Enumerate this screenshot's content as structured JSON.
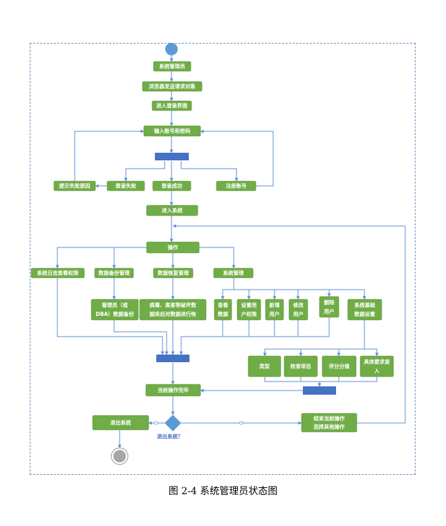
{
  "nodes": {
    "admin": "系统管理员",
    "browse": "浏览器发送请求对象",
    "login_ui": "进入登录界面",
    "input": "输入账号和密码",
    "show_fail": "提示失败原因",
    "login_fail": "登录失败",
    "login_ok": "登录成功",
    "register": "注册账号",
    "enter_sys": "进入系统",
    "operate": "操作",
    "log_query": "系统日志查看权限",
    "backup_mgmt": "数据备份管理",
    "restore_mgmt": "数据恢复管理",
    "sys_mgmt": "系统管理",
    "backup_detail": [
      "管理员（或",
      "DBA）数据备份"
    ],
    "restore_detail": [
      "病毒、黑客等破坏数",
      "据库后对数据进行恢"
    ],
    "view_data": [
      "查看",
      "数据"
    ],
    "set_perm": [
      "设置用",
      "户权限"
    ],
    "add_user": [
      "新增",
      "用户"
    ],
    "edit_user": [
      "修改",
      "用户"
    ],
    "delete_user": [
      "删除",
      "用户"
    ],
    "basic_settings": [
      "系统基础",
      "数据设置"
    ],
    "category": "类型",
    "check_item": "检查项目",
    "score": "评分分值",
    "req": [
      "具体要求录",
      "入"
    ],
    "done": "当前操作完毕",
    "exit": "退出系统",
    "end_choose": [
      "结束当前操作",
      "选择其他操作"
    ]
  },
  "decision_label": "退出系统？",
  "colors": {
    "node": "#70ad47",
    "edge": "#5b8ed6",
    "bar": "#4472c4",
    "start": "#5b9bd5",
    "end": "#a6a6a6"
  },
  "caption": "图 2-4 系统管理员状态图"
}
